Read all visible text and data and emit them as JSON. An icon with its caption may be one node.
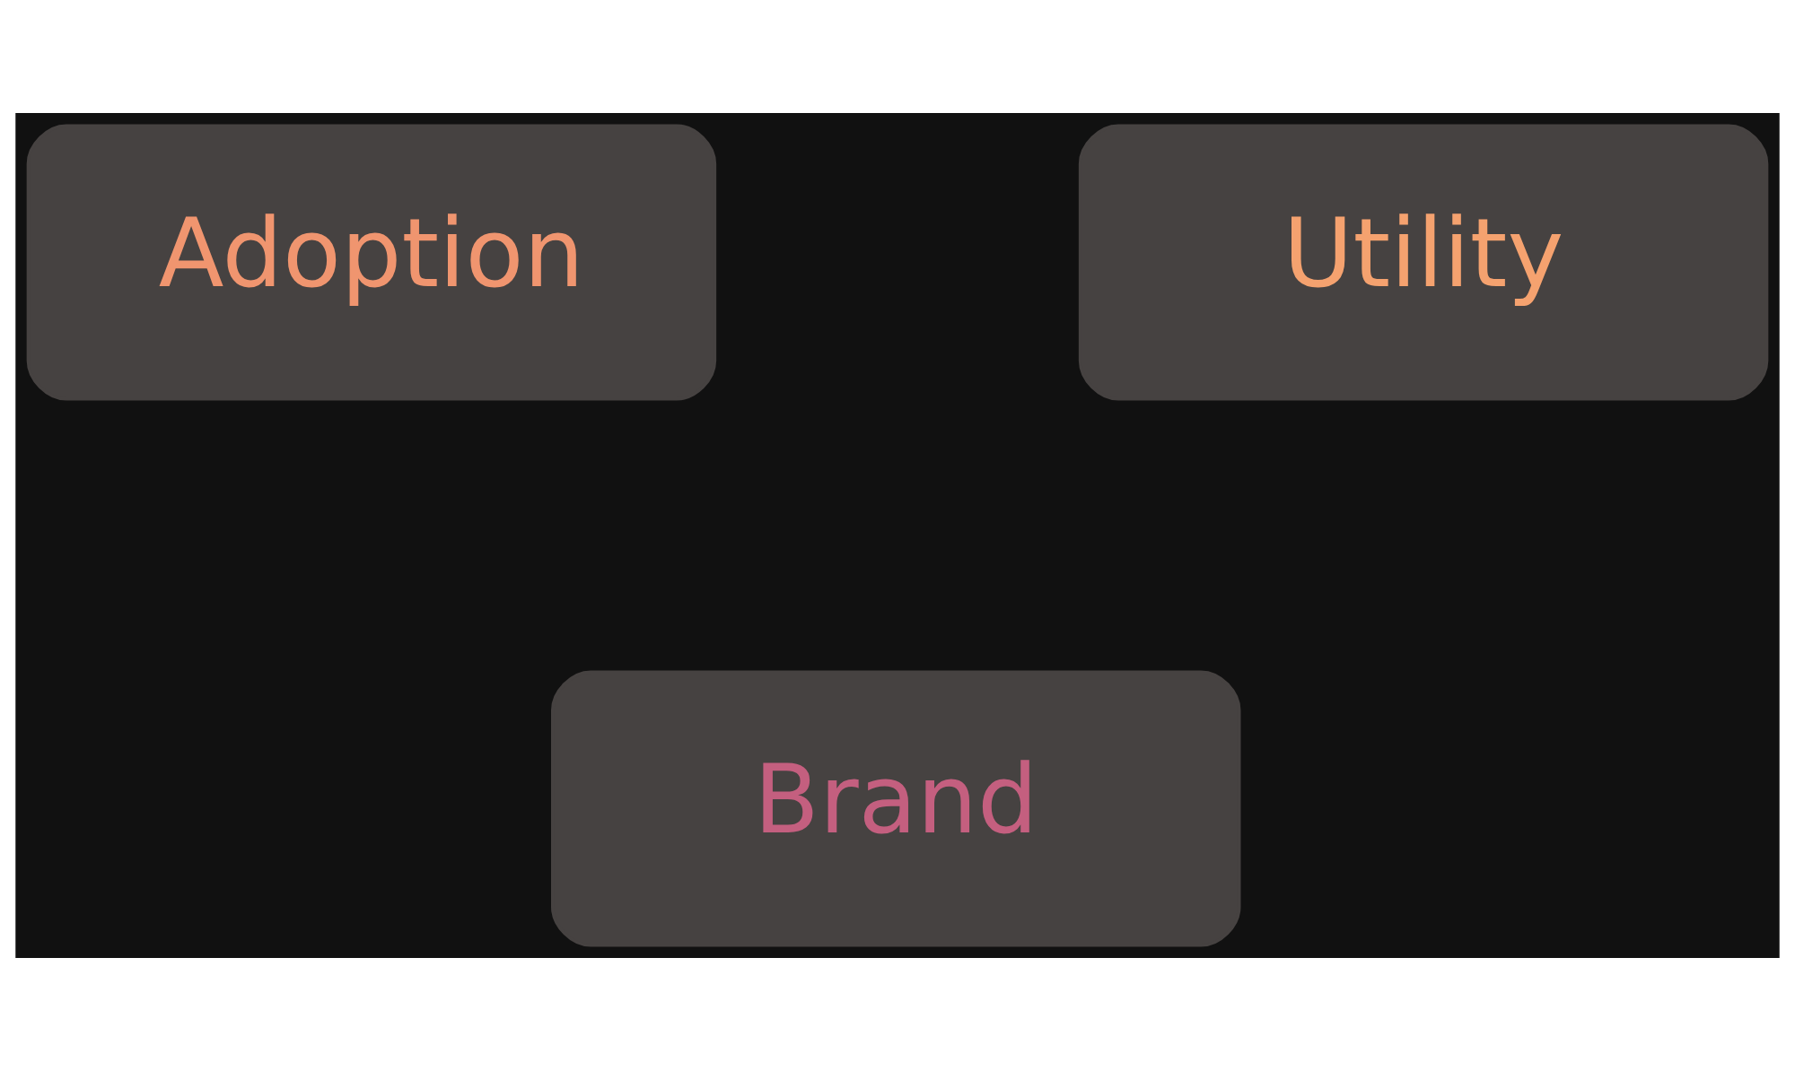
{
  "diagram": {
    "nodes": [
      {
        "text": [
          "Adoption"
        ]
      },
      {
        "text": [
          "Utility"
        ]
      },
      {
        "text": [
          "Brand"
        ]
      }
    ]
  }
}
